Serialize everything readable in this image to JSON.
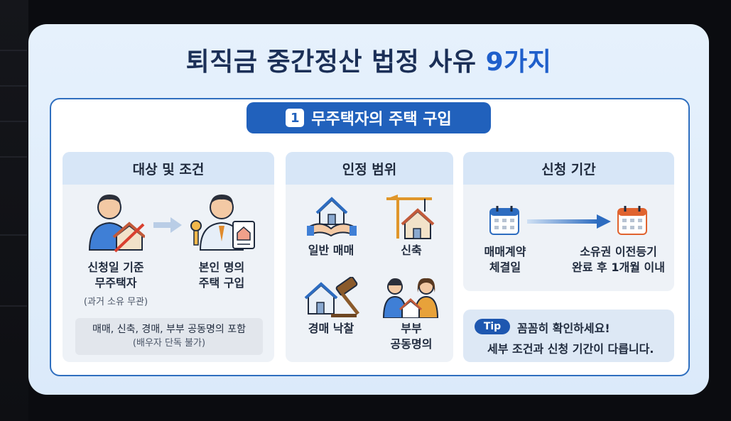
{
  "title": {
    "main": "퇴직금 중간정산 법정 사유",
    "accent": "9가지"
  },
  "section": {
    "number": "1",
    "label": "무주택자의 주택 구입"
  },
  "panel_target": {
    "heading": "대상 및 조건",
    "left_label_1": "신청일 기준",
    "left_label_2": "무주택자",
    "left_sub": "(과거 소유 무관)",
    "right_label_1": "본인 명의",
    "right_label_2": "주택 구입",
    "note_line_1": "매매, 신축, 경매, 부부 공동명의 포함",
    "note_line_2": "(배우자 단독 불가)"
  },
  "panel_scope": {
    "heading": "인정 범위",
    "items": [
      "일반 매매",
      "신축",
      "경매 낙찰",
      "부부",
      "공동명의"
    ]
  },
  "panel_period": {
    "heading": "신청 기간",
    "from_1": "매매계약",
    "from_2": "체결일",
    "to_1": "소유권 이전등기",
    "to_2": "완료 후 1개월 이내"
  },
  "tip": {
    "badge": "Tip",
    "line_1": "꼼꼼히 확인하세요!",
    "line_2": "세부 조건과 신청 기간이 다릅니다."
  },
  "colors": {
    "brand": "#2161bc",
    "title": "#1b2f57",
    "accent": "#1f5fcb"
  }
}
